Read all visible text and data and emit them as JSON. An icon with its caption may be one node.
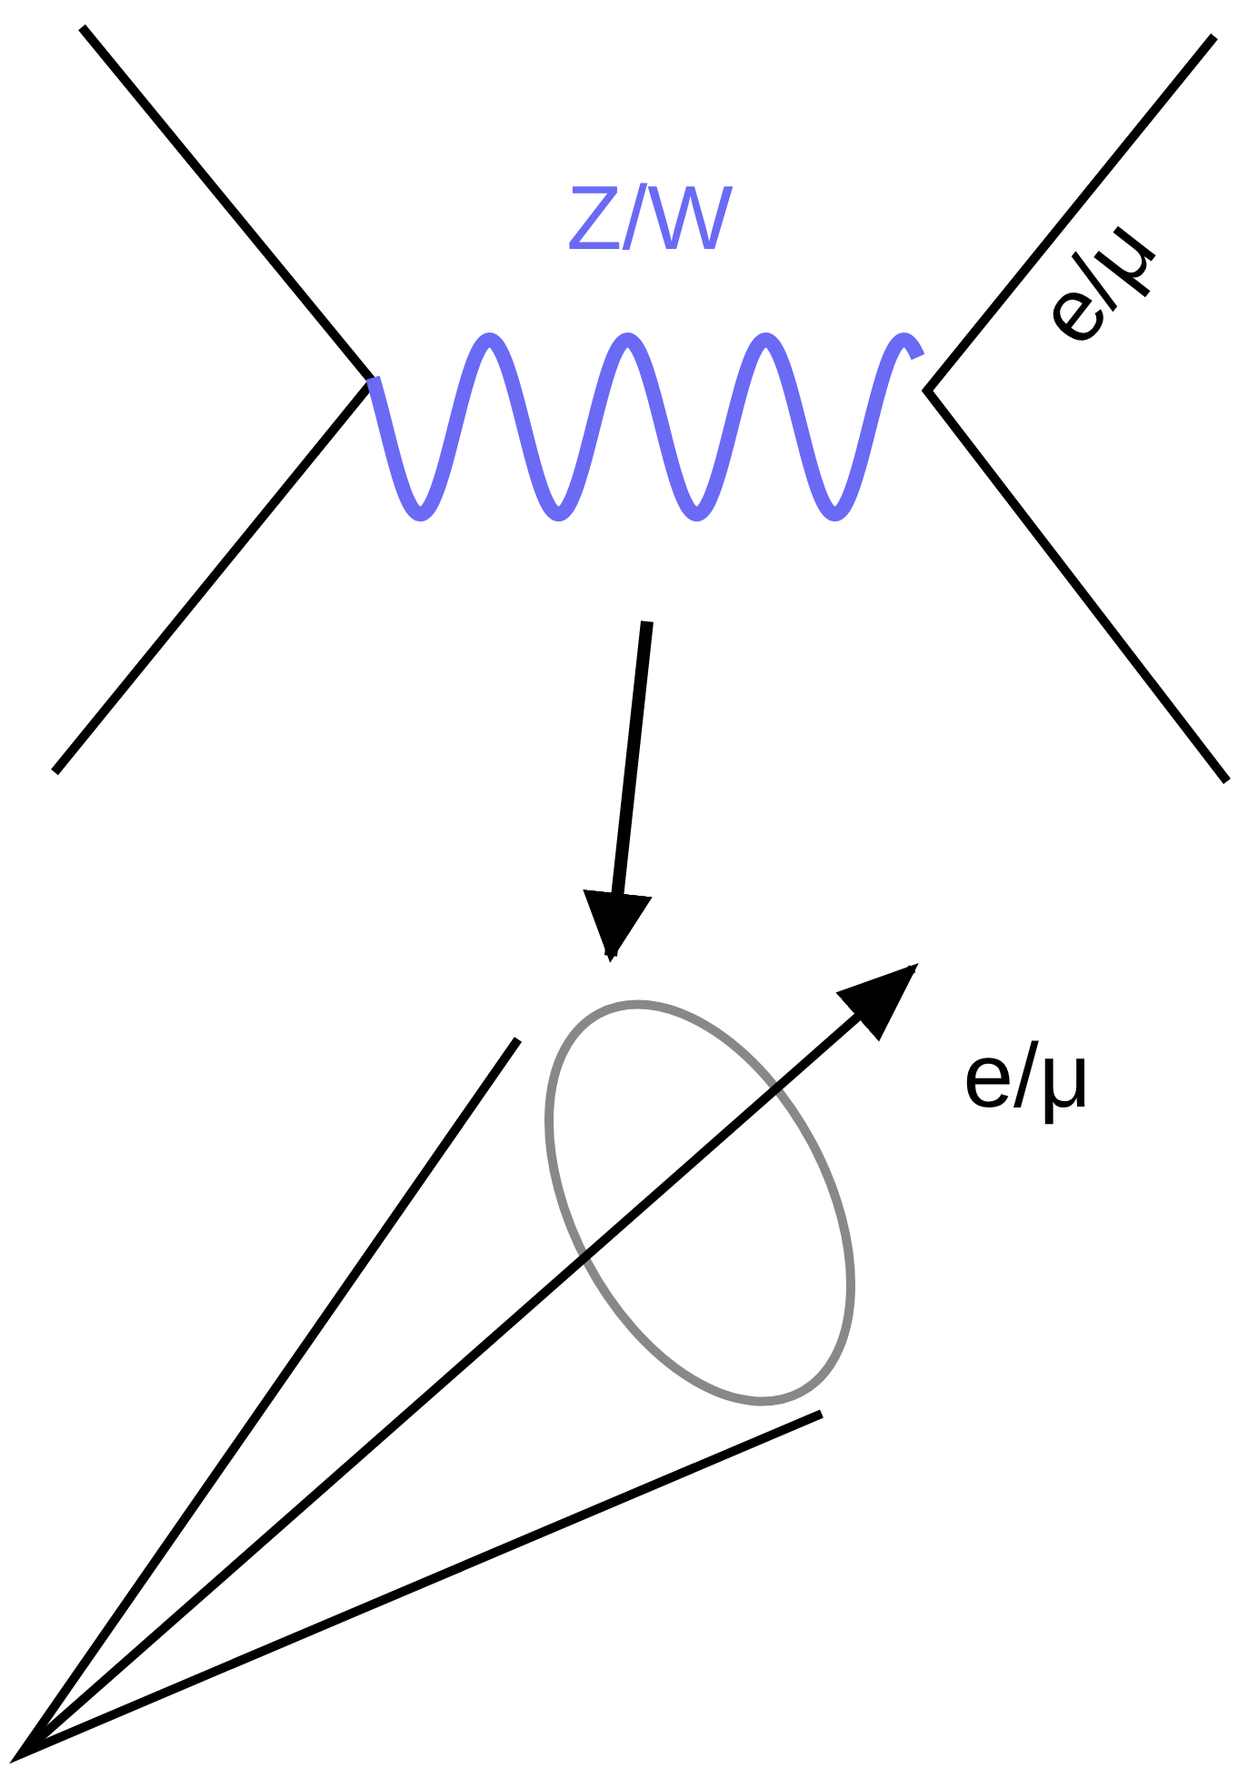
{
  "diagram": {
    "nodes": [
      {
        "text": [
          "Z/W"
        ]
      },
      {
        "text": [],
        "shape": "picture"
      }
    ],
    "edges": [
      {
        "from": 0,
        "to": 1,
        "arrow": "to"
      }
    ],
    "labels": [
      "e/μ",
      "e/μ"
    ]
  }
}
